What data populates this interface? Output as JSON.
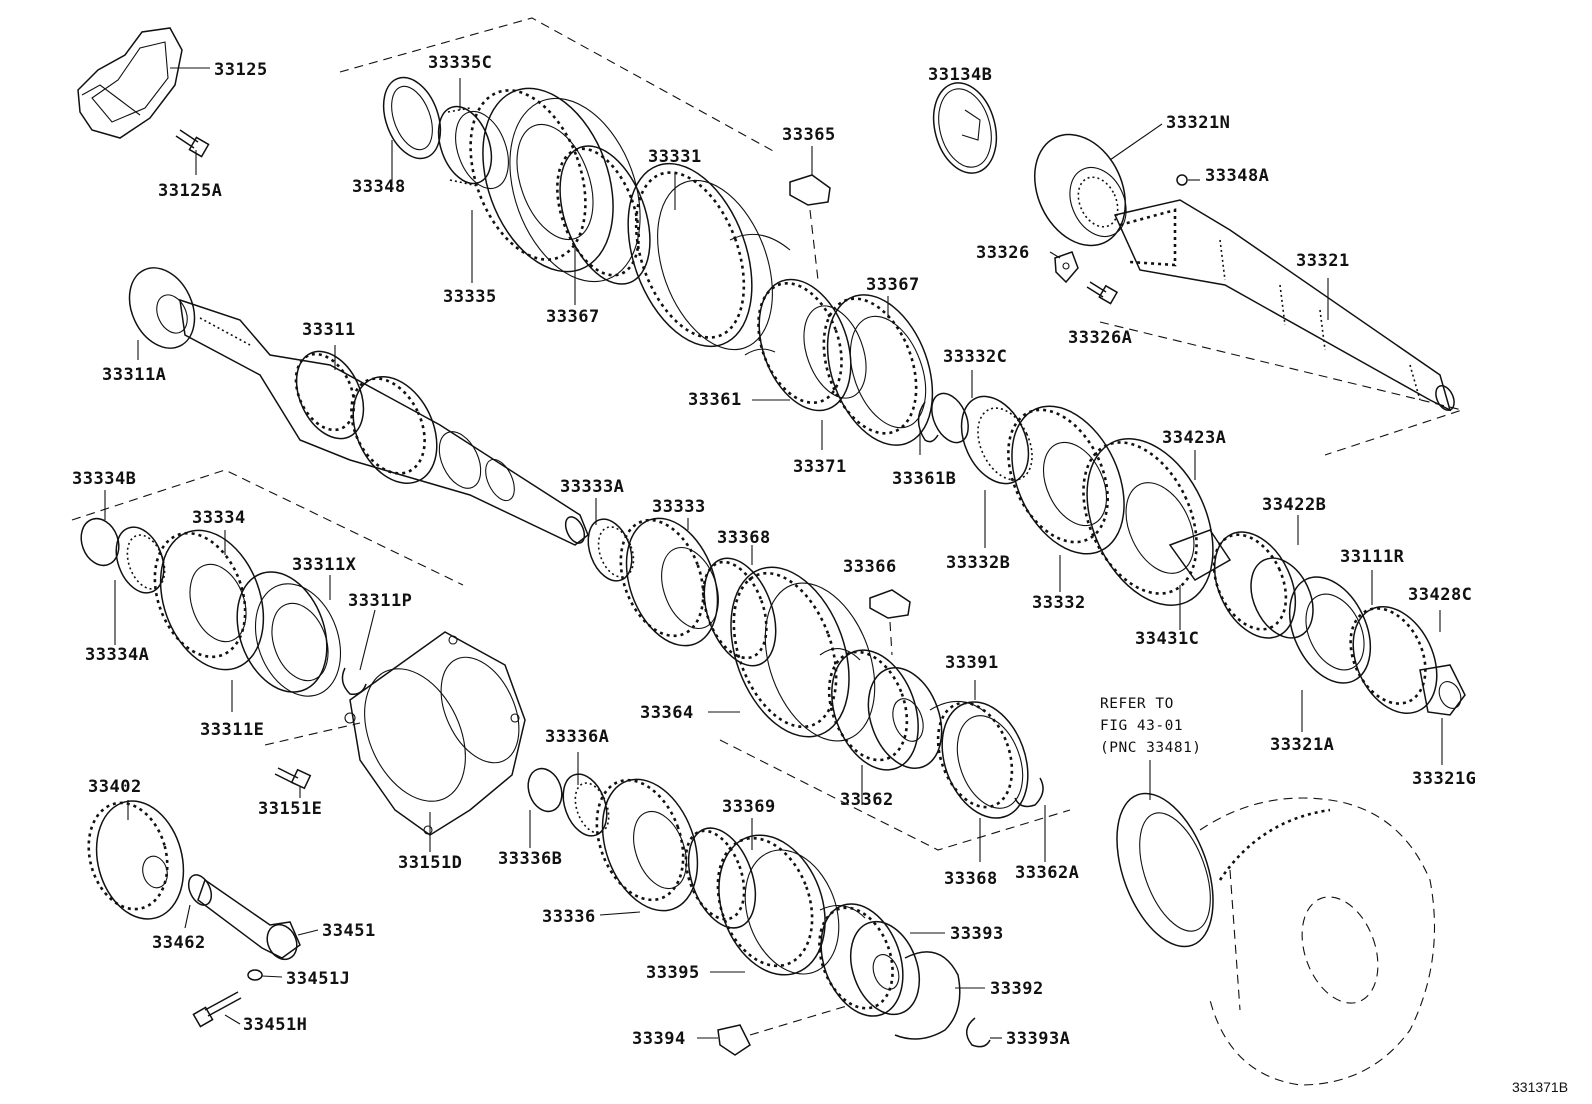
{
  "figure_code": "331371B",
  "refer_note": [
    "REFER TO",
    "FIG 43-01",
    "(PNC 33481)"
  ],
  "labels": [
    {
      "id": "33125"
    },
    {
      "id": "33125A"
    },
    {
      "id": "33335C"
    },
    {
      "id": "33348"
    },
    {
      "id": "33335"
    },
    {
      "id": "33331"
    },
    {
      "id": "33367"
    },
    {
      "id": "33365"
    },
    {
      "id": "33134B"
    },
    {
      "id": "33321N"
    },
    {
      "id": "33348A"
    },
    {
      "id": "33326"
    },
    {
      "id": "33326A"
    },
    {
      "id": "33321"
    },
    {
      "id": "33311"
    },
    {
      "id": "33311A"
    },
    {
      "id": "33367"
    },
    {
      "id": "33361"
    },
    {
      "id": "33371"
    },
    {
      "id": "33361B"
    },
    {
      "id": "33332C"
    },
    {
      "id": "33423A"
    },
    {
      "id": "33332B"
    },
    {
      "id": "33332"
    },
    {
      "id": "33422B"
    },
    {
      "id": "33111R"
    },
    {
      "id": "33428C"
    },
    {
      "id": "33431C"
    },
    {
      "id": "33321A"
    },
    {
      "id": "33321G"
    },
    {
      "id": "33334B"
    },
    {
      "id": "33334"
    },
    {
      "id": "33334A"
    },
    {
      "id": "33311X"
    },
    {
      "id": "33311P"
    },
    {
      "id": "33311E"
    },
    {
      "id": "33333A"
    },
    {
      "id": "33333"
    },
    {
      "id": "33368"
    },
    {
      "id": "33366"
    },
    {
      "id": "33391"
    },
    {
      "id": "33364"
    },
    {
      "id": "33362"
    },
    {
      "id": "33368"
    },
    {
      "id": "33362A"
    },
    {
      "id": "33151E"
    },
    {
      "id": "33151D"
    },
    {
      "id": "33336A"
    },
    {
      "id": "33336B"
    },
    {
      "id": "33369"
    },
    {
      "id": "33336"
    },
    {
      "id": "33393"
    },
    {
      "id": "33395"
    },
    {
      "id": "33392"
    },
    {
      "id": "33394"
    },
    {
      "id": "33393A"
    },
    {
      "id": "33402"
    },
    {
      "id": "33462"
    },
    {
      "id": "33451"
    },
    {
      "id": "33451J"
    },
    {
      "id": "33451H"
    }
  ]
}
